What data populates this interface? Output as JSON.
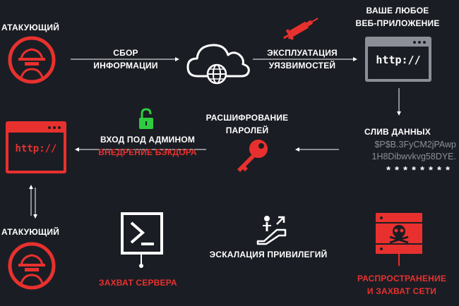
{
  "colors": {
    "background": "#1b1d24",
    "accent_red": "#e8312e",
    "white": "#ffffff",
    "grey": "#8c8f97",
    "green": "#2ecc40",
    "blue_cloud": "#4a90d9"
  },
  "labels": {
    "attacker_top": "АТАКУЮЩИЙ",
    "recon_line1": "СБОР",
    "recon_line2": "ИНФОРМАЦИИ",
    "exploit_line1": "ЭКСПЛУАТАЦИЯ",
    "exploit_line2": "УЯЗВИМОСТЕЙ",
    "webapp_line1": "ВАШЕ ЛЮБОЕ",
    "webapp_line2": "ВЕБ-ПРИЛОЖЕНИЕ",
    "leak_title": "СЛИВ ДАННЫХ",
    "leak_hash1": "$P$B.3FyCM2jPAwp",
    "leak_hash2": "1H8Dibwvkvg58DYE.",
    "leak_stars": "* * * * * * * *",
    "decrypt_line1": "РАСШИФРОВАНИЕ",
    "decrypt_line2": "ПАРОЛЕЙ",
    "admin_login": "ВХОД ПОД АДМИНОМ",
    "backdoor": "ВНЕДРЕНИЕ БЭКДОРА",
    "attacker_bottom": "АТАКУЮЩИЙ",
    "escalation": "ЭСКАЛАЦИЯ ПРИВИЛЕГИЙ",
    "server_capture": "ЗАХВАТ СЕРВЕРА",
    "spread_line1": "РАСПРОСТРАНЕНИЕ",
    "spread_line2": "И ЗАХВАТ СЕТИ",
    "http_top": "http://",
    "http_left": "http://"
  },
  "icons": {
    "attacker": "hacker-icon",
    "cloud": "cloud-globe-icon",
    "syringe": "syringe-icon",
    "browser": "browser-window-icon",
    "lock": "unlocked-padlock-icon",
    "key": "key-icon",
    "terminal": "terminal-icon",
    "escalator": "escalator-icon",
    "server": "skull-server-icon"
  }
}
